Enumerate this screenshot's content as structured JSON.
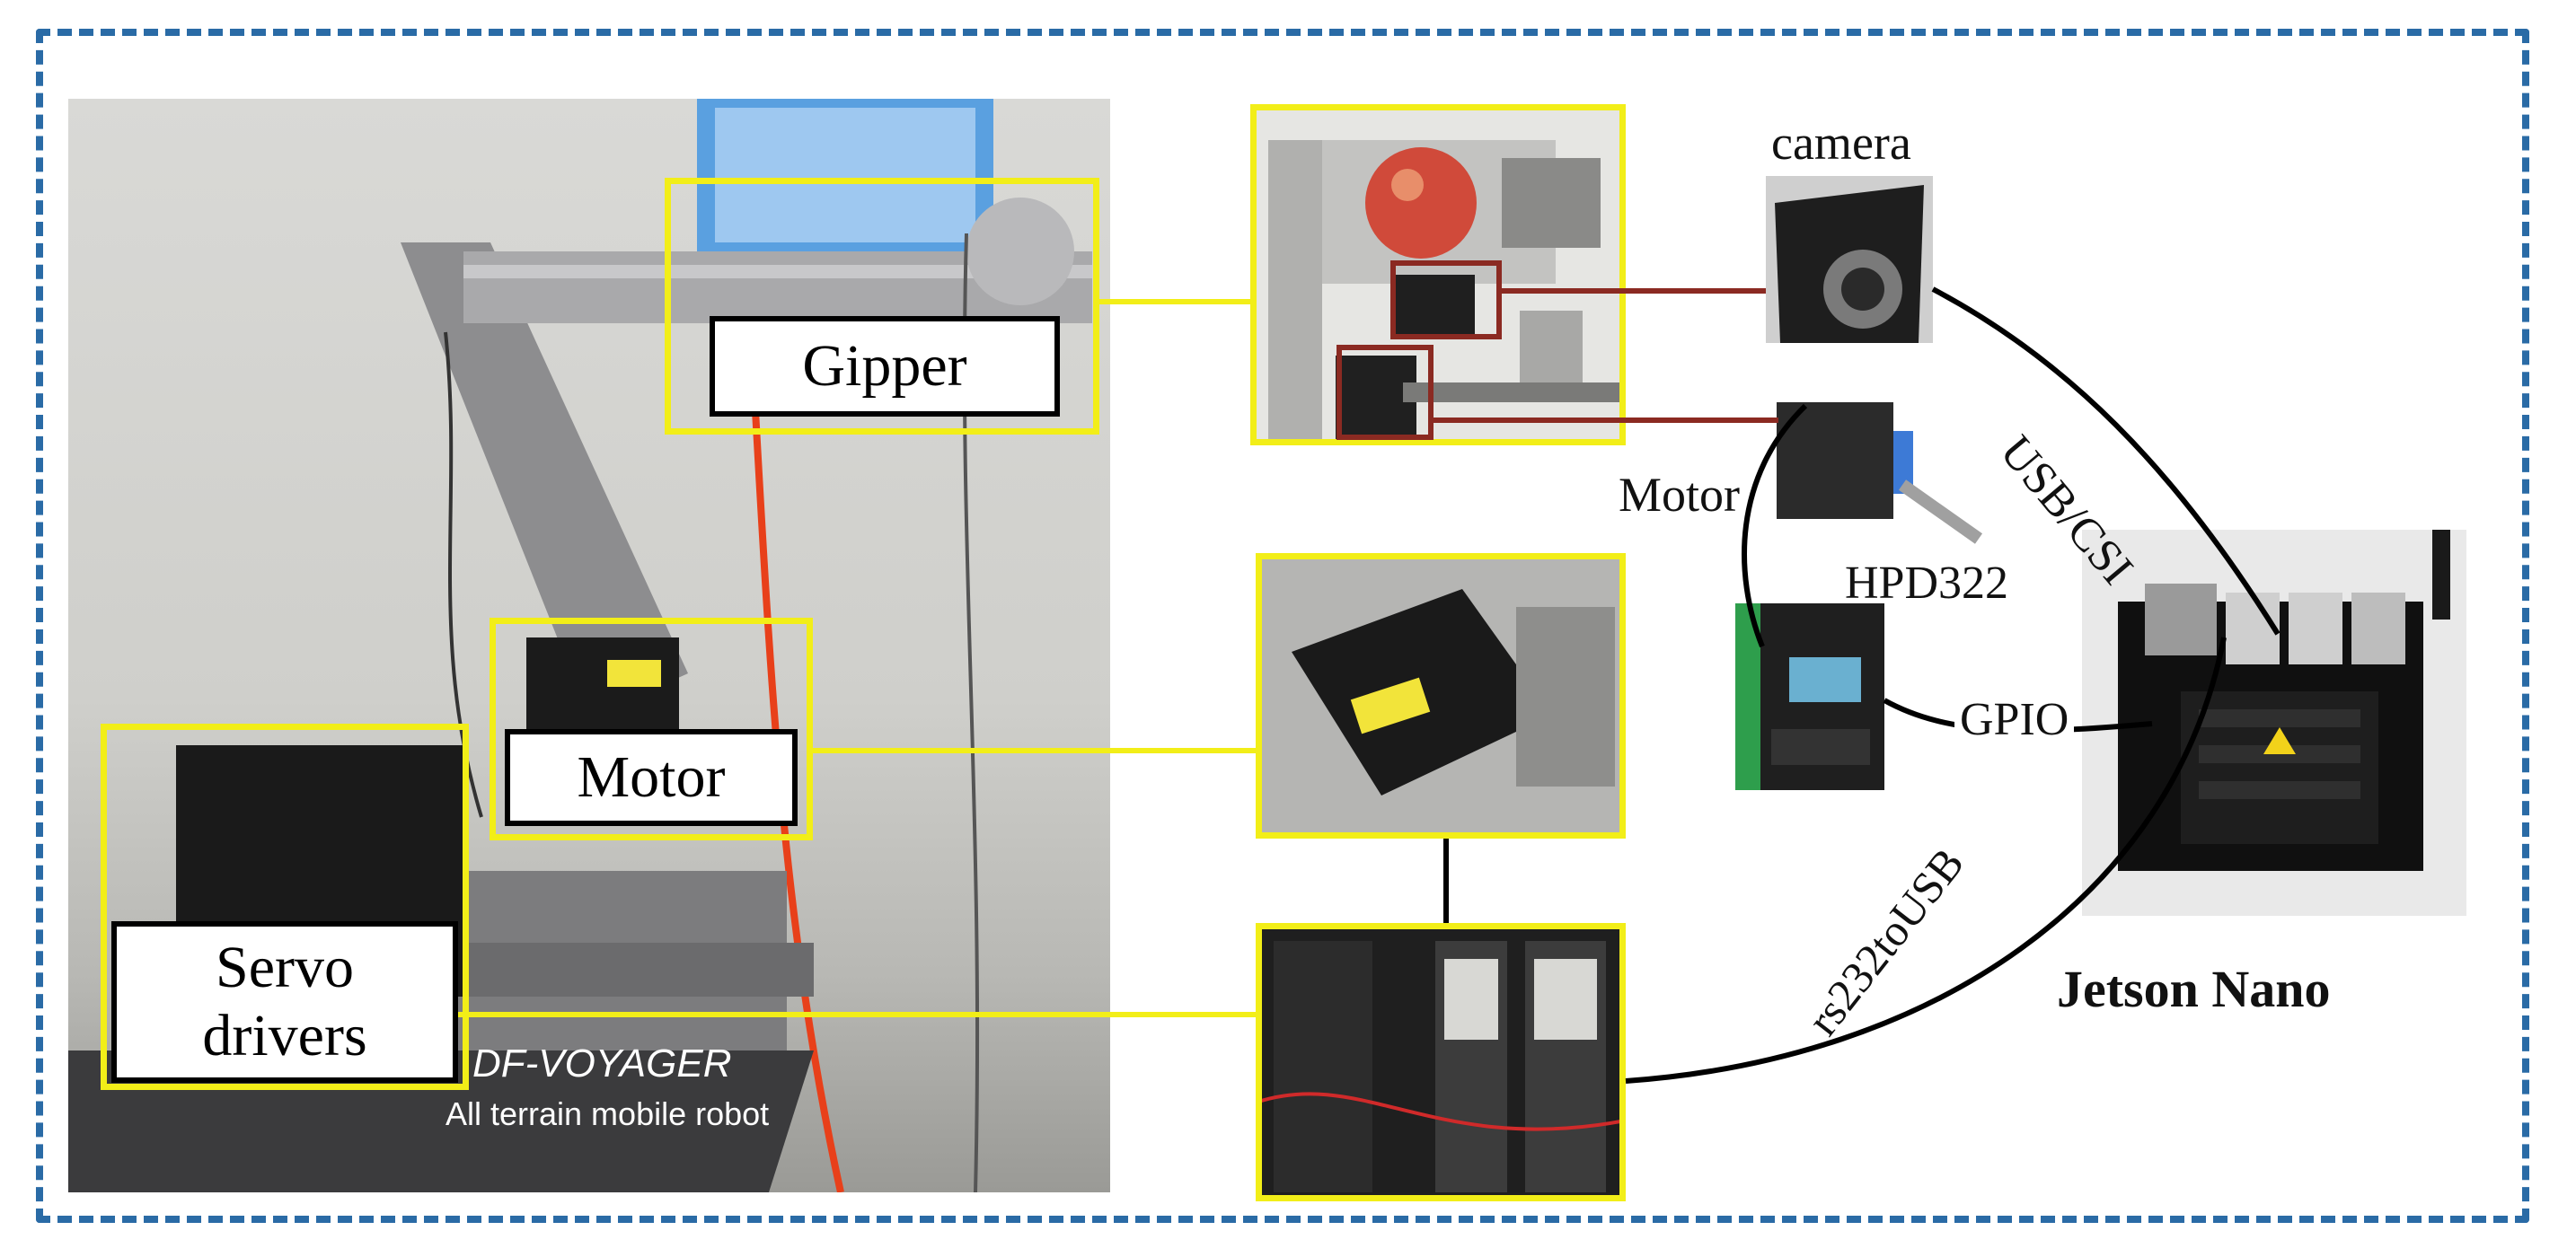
{
  "labels": {
    "gripper": "Gipper",
    "motor": "Motor",
    "servo_drivers": "Servo drivers",
    "camera": "camera",
    "motor_small": "Motor",
    "hpd": "HPD322",
    "usb_csi": "USB/CSI",
    "gpio": "GPIO",
    "rs232": "rs232toUSB",
    "jetson": "Jetson Nano",
    "robot_brand": "DF-VOYAGER",
    "robot_tagline": "All terrain mobile robot"
  },
  "colors": {
    "frame": "#2a6ba6",
    "highlight": "#f2ee18",
    "red_connector": "#8b2a22",
    "wire": "#000000"
  },
  "icons": {
    "camera": "camera-module-photo",
    "stepper": "stepper-motor-photo",
    "driver": "hpd322-driver-photo",
    "board": "jetson-nano-board-photo"
  }
}
